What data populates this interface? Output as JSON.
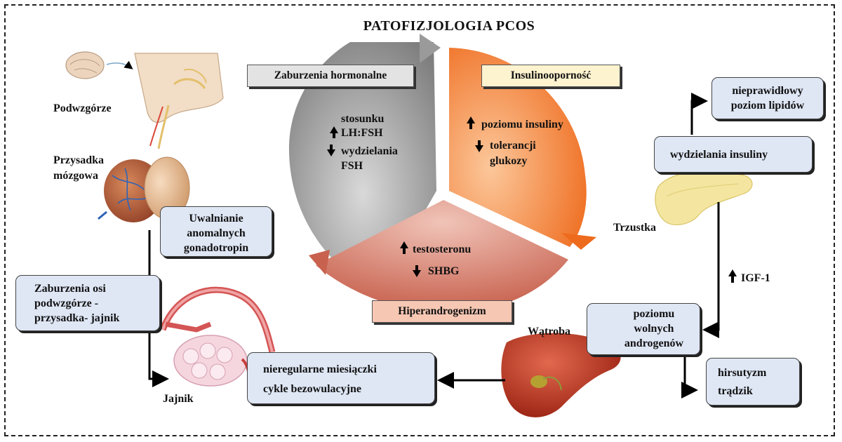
{
  "title": "PATOFIZJOLOGIA PCOS",
  "cycle": {
    "hormonal": {
      "header": "Zaburzenia hormonalne",
      "line1": "stosunku",
      "line2": "LH:FSH",
      "line3": "wydzielania",
      "line4": "FSH"
    },
    "insulin": {
      "header": "Insulinooporność",
      "line1": "poziomu insuliny",
      "line2": "tolerancji",
      "line3": "glukozy"
    },
    "hyperandrogen": {
      "header": "Hiperandrogenizm",
      "line1": "testosteronu",
      "line2": "SHBG"
    }
  },
  "left": {
    "hypothalamus": "Podwzgórze",
    "pituitary_1": "Przysadka",
    "pituitary_2": "mózgowa",
    "gonadotropin_1": "Uwalnianie",
    "gonadotropin_2": "anomalnych",
    "gonadotropin_3": "gonadotropin",
    "axis_1": "Zaburzenia osi",
    "axis_2": "podwzgórze -",
    "axis_3": "przysadka- jajnik",
    "ovary": "Jajnik",
    "menses_1": "nieregularne miesiączki",
    "menses_2": "cykle bezowulacyjne"
  },
  "right": {
    "lipids_1": "nieprawidłowy",
    "lipids_2": "poziom lipidów",
    "insulin_secretion": "wydzielania insuliny",
    "pancreas": "Trzustka",
    "igf": "IGF-1",
    "free_andro_1": "poziomu",
    "free_andro_2": "wolnych",
    "free_andro_3": "androgenów",
    "liver": "Wątroba",
    "hirsutism": "hirsutyzm",
    "acne": "trądzik"
  },
  "colors": {
    "gray_sector": "#8c8c8c",
    "orange_sector": "#f0762a",
    "rose_sector": "#d98576",
    "box_fill": "#dfe7f5",
    "header_gray": "#e3e3e3",
    "header_yellow": "#fdf3cf",
    "header_peach": "#f6c7b3"
  }
}
